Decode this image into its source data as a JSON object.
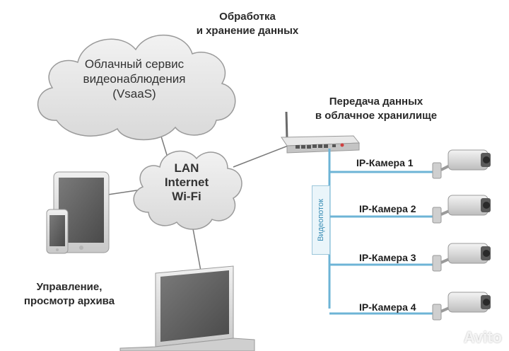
{
  "labels": {
    "processing_line1": "Обработка",
    "processing_line2": "и хранение данных",
    "cloud_line1": "Облачный сервис",
    "cloud_line2": "видеонаблюдения",
    "cloud_line3": "(VsaaS)",
    "transfer_line1": "Передача данных",
    "transfer_line2": "в облачное хранилище",
    "lan_line1": "LAN",
    "lan_line2": "Internet",
    "lan_line3": "Wi-Fi",
    "control_line1": "Управление,",
    "control_line2": "просмотр архива",
    "video_stream": "Видеопоток"
  },
  "cameras": [
    {
      "label": "IP-Камера 1"
    },
    {
      "label": "IP-Камера 2"
    },
    {
      "label": "IP-Камера 3"
    },
    {
      "label": "IP-Камера 4"
    }
  ],
  "watermark": "Avito",
  "colors": {
    "cloud_fill": "#e6e6e6",
    "cloud_stroke": "#9a9a9a",
    "line": "#7a7a7a",
    "cable": "#6db4d6",
    "screen": "#5e5e5e",
    "device_body": "#d8d8d8"
  }
}
